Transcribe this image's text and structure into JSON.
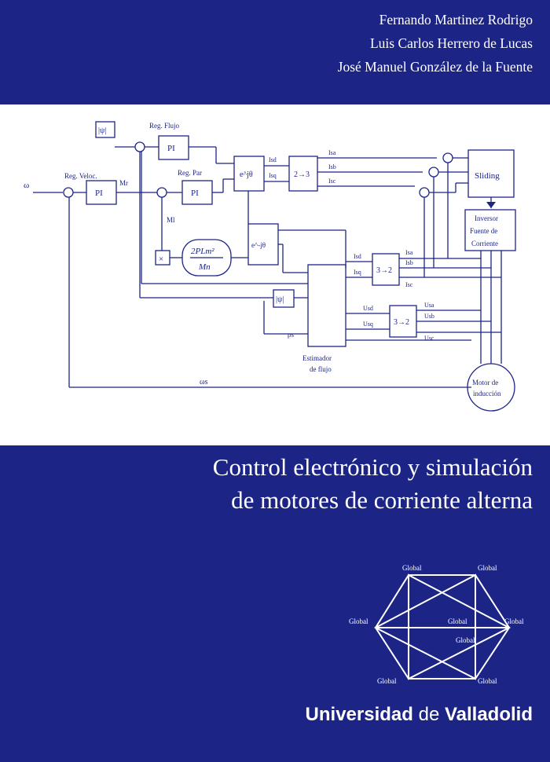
{
  "authors": [
    "Fernando Martinez Rodrigo",
    "Luis Carlos Herrero de Lucas",
    "José Manuel González de la Fuente"
  ],
  "title_lines": [
    "Control electrónico y simulación",
    "de motores de corriente alterna"
  ],
  "publisher": {
    "part1": "Universidad",
    "part2": "de",
    "part3": "Valladolid"
  },
  "colors": {
    "background": "#1c2585",
    "diagram_ink": "#1c2585",
    "panel": "#ffffff"
  },
  "diagram": {
    "input_speed": "ω",
    "reg_speed": "Reg. Veloc.",
    "reg_flux": "Reg. Flujo",
    "reg_torque": "Reg. Par",
    "pi": "PI",
    "mr_label": "Mr",
    "ml_label": "Ml",
    "ref_flux": "|ψ|",
    "est_flux_box": "|ψ|",
    "transform_e": "e^jθ",
    "transform_inv": "e^-jθ",
    "conv_23": "2→3",
    "conv_32": "3→2",
    "sliding": "Sliding",
    "inverter": [
      "Inversor",
      "Fuente de",
      "Corriente"
    ],
    "estimator": [
      "Estimador",
      "de flujo"
    ],
    "rho": "ρs",
    "motor": [
      "Motor de",
      "inducción"
    ],
    "speed_feedback": "ωs",
    "isa": "Isa",
    "isb": "Isb",
    "isc": "Isc",
    "usa": "Usa",
    "usb": "Usb",
    "usc": "Usc",
    "isd": "Isd",
    "isq": "Isq",
    "usd": "Usd",
    "usq": "Usq",
    "torque_formula_num": "2PLm²",
    "torque_formula_den": "Mn"
  },
  "logo": {
    "node_label": "Global"
  }
}
